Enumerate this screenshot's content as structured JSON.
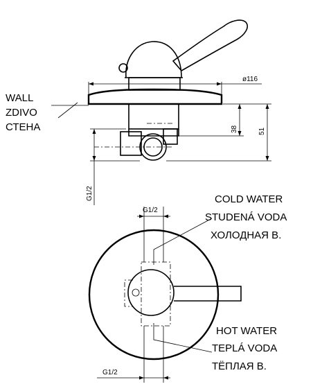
{
  "side_view": {
    "wall_label_lines": [
      "WALL",
      "ZDIVO",
      "СТЕНА"
    ],
    "dimensions": {
      "plate_diameter": "ø116",
      "body_depth": "38",
      "overall_depth": "51",
      "inlet_thread": "G1/2"
    }
  },
  "front_view": {
    "cold_water_lines": [
      "COLD WATER",
      "STUDENÁ VODA",
      "ХОЛОДНАЯ В."
    ],
    "hot_water_lines": [
      "HOT WATER",
      "TEPLÁ VODA",
      "ТЁПЛАЯ В."
    ],
    "dimensions": {
      "top_thread": "G1/2",
      "bottom_thread": "G1/2"
    }
  }
}
